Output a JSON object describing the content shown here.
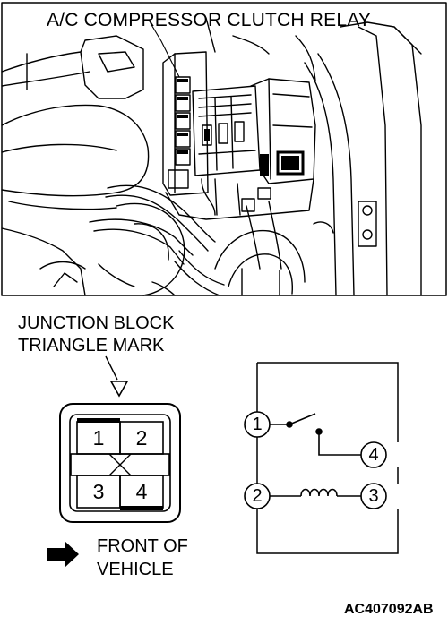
{
  "labels": {
    "relay_title": "A/C COMPRESSOR CLUTCH RELAY",
    "junction_line1": "JUNCTION BLOCK",
    "junction_line2": "TRIANGLE MARK",
    "front_line1": "FRONT OF",
    "front_line2": "VEHICLE",
    "figure_code": "AC407092AB"
  },
  "connector_pins": [
    "1",
    "2",
    "3",
    "4"
  ],
  "circuit_pins": [
    "1",
    "4",
    "2",
    "3"
  ],
  "icons": [
    "arrow-right-icon",
    "triangle-mark-icon",
    "relay-coil-icon",
    "relay-switch-icon"
  ],
  "colors": {
    "line": "#000000",
    "background": "#ffffff"
  }
}
